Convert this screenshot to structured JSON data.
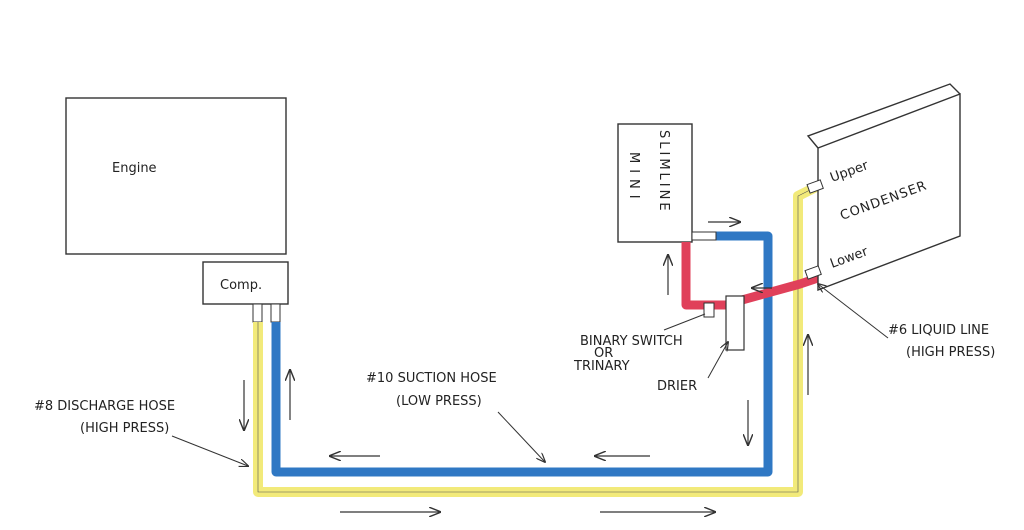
{
  "labels": {
    "engine": "Engine",
    "comp": "Comp.",
    "mini": "MINI",
    "slimline": "SLIMLINE",
    "upper": "Upper",
    "condenser": "CONDENSER",
    "lower": "Lower",
    "binary_1": "BINARY SWITCH",
    "binary_2": "OR",
    "binary_3": "TRINARY",
    "drier": "DRIER",
    "liquid_1": "#6 LIQUID LINE",
    "liquid_2": "(HIGH PRESS)",
    "suction_1": "#10 SUCTION HOSE",
    "suction_2": "(LOW PRESS)",
    "discharge_1": "#8 DISCHARGE HOSE",
    "discharge_2": "(HIGH PRESS)"
  },
  "colors": {
    "suction": "#2f78c4",
    "discharge": "#f2ea7a",
    "liquid": "#e0405a",
    "outline": "#333333"
  }
}
